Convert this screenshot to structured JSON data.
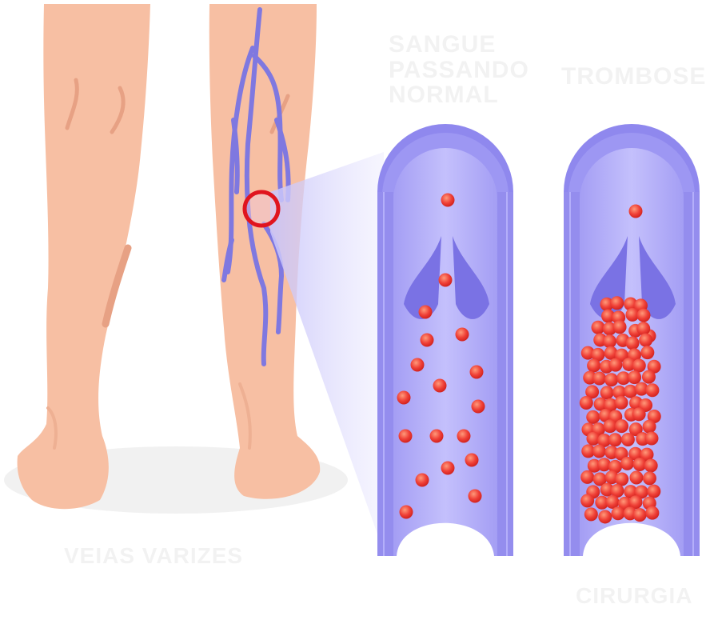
{
  "labels": {
    "normal_flow": "SANGUE\nPASSANDO\nNORMAL",
    "thrombosis": "TROMBOSE",
    "bottom_caption": "VEIAS VARIZES",
    "corner_caption": "CIRURGIA"
  },
  "colors": {
    "skin": "#f7bfa3",
    "skin_shadow": "#e7a184",
    "vein": "#7f78e0",
    "vessel_outer": "#8f88ee",
    "vessel_inner": "#a8a2f6",
    "vessel_lumen": "#b9b4fb",
    "blood_cell": "#ef4037",
    "highlight_ring": "#e0141e"
  },
  "icons": {
    "left_leg": "leg-back-view",
    "right_leg": "leg-with-varicose-veins",
    "magnifier": "zoom-circle",
    "normal_vessel": "vein-cross-section-normal",
    "clot_vessel": "vein-cross-section-thrombus"
  }
}
